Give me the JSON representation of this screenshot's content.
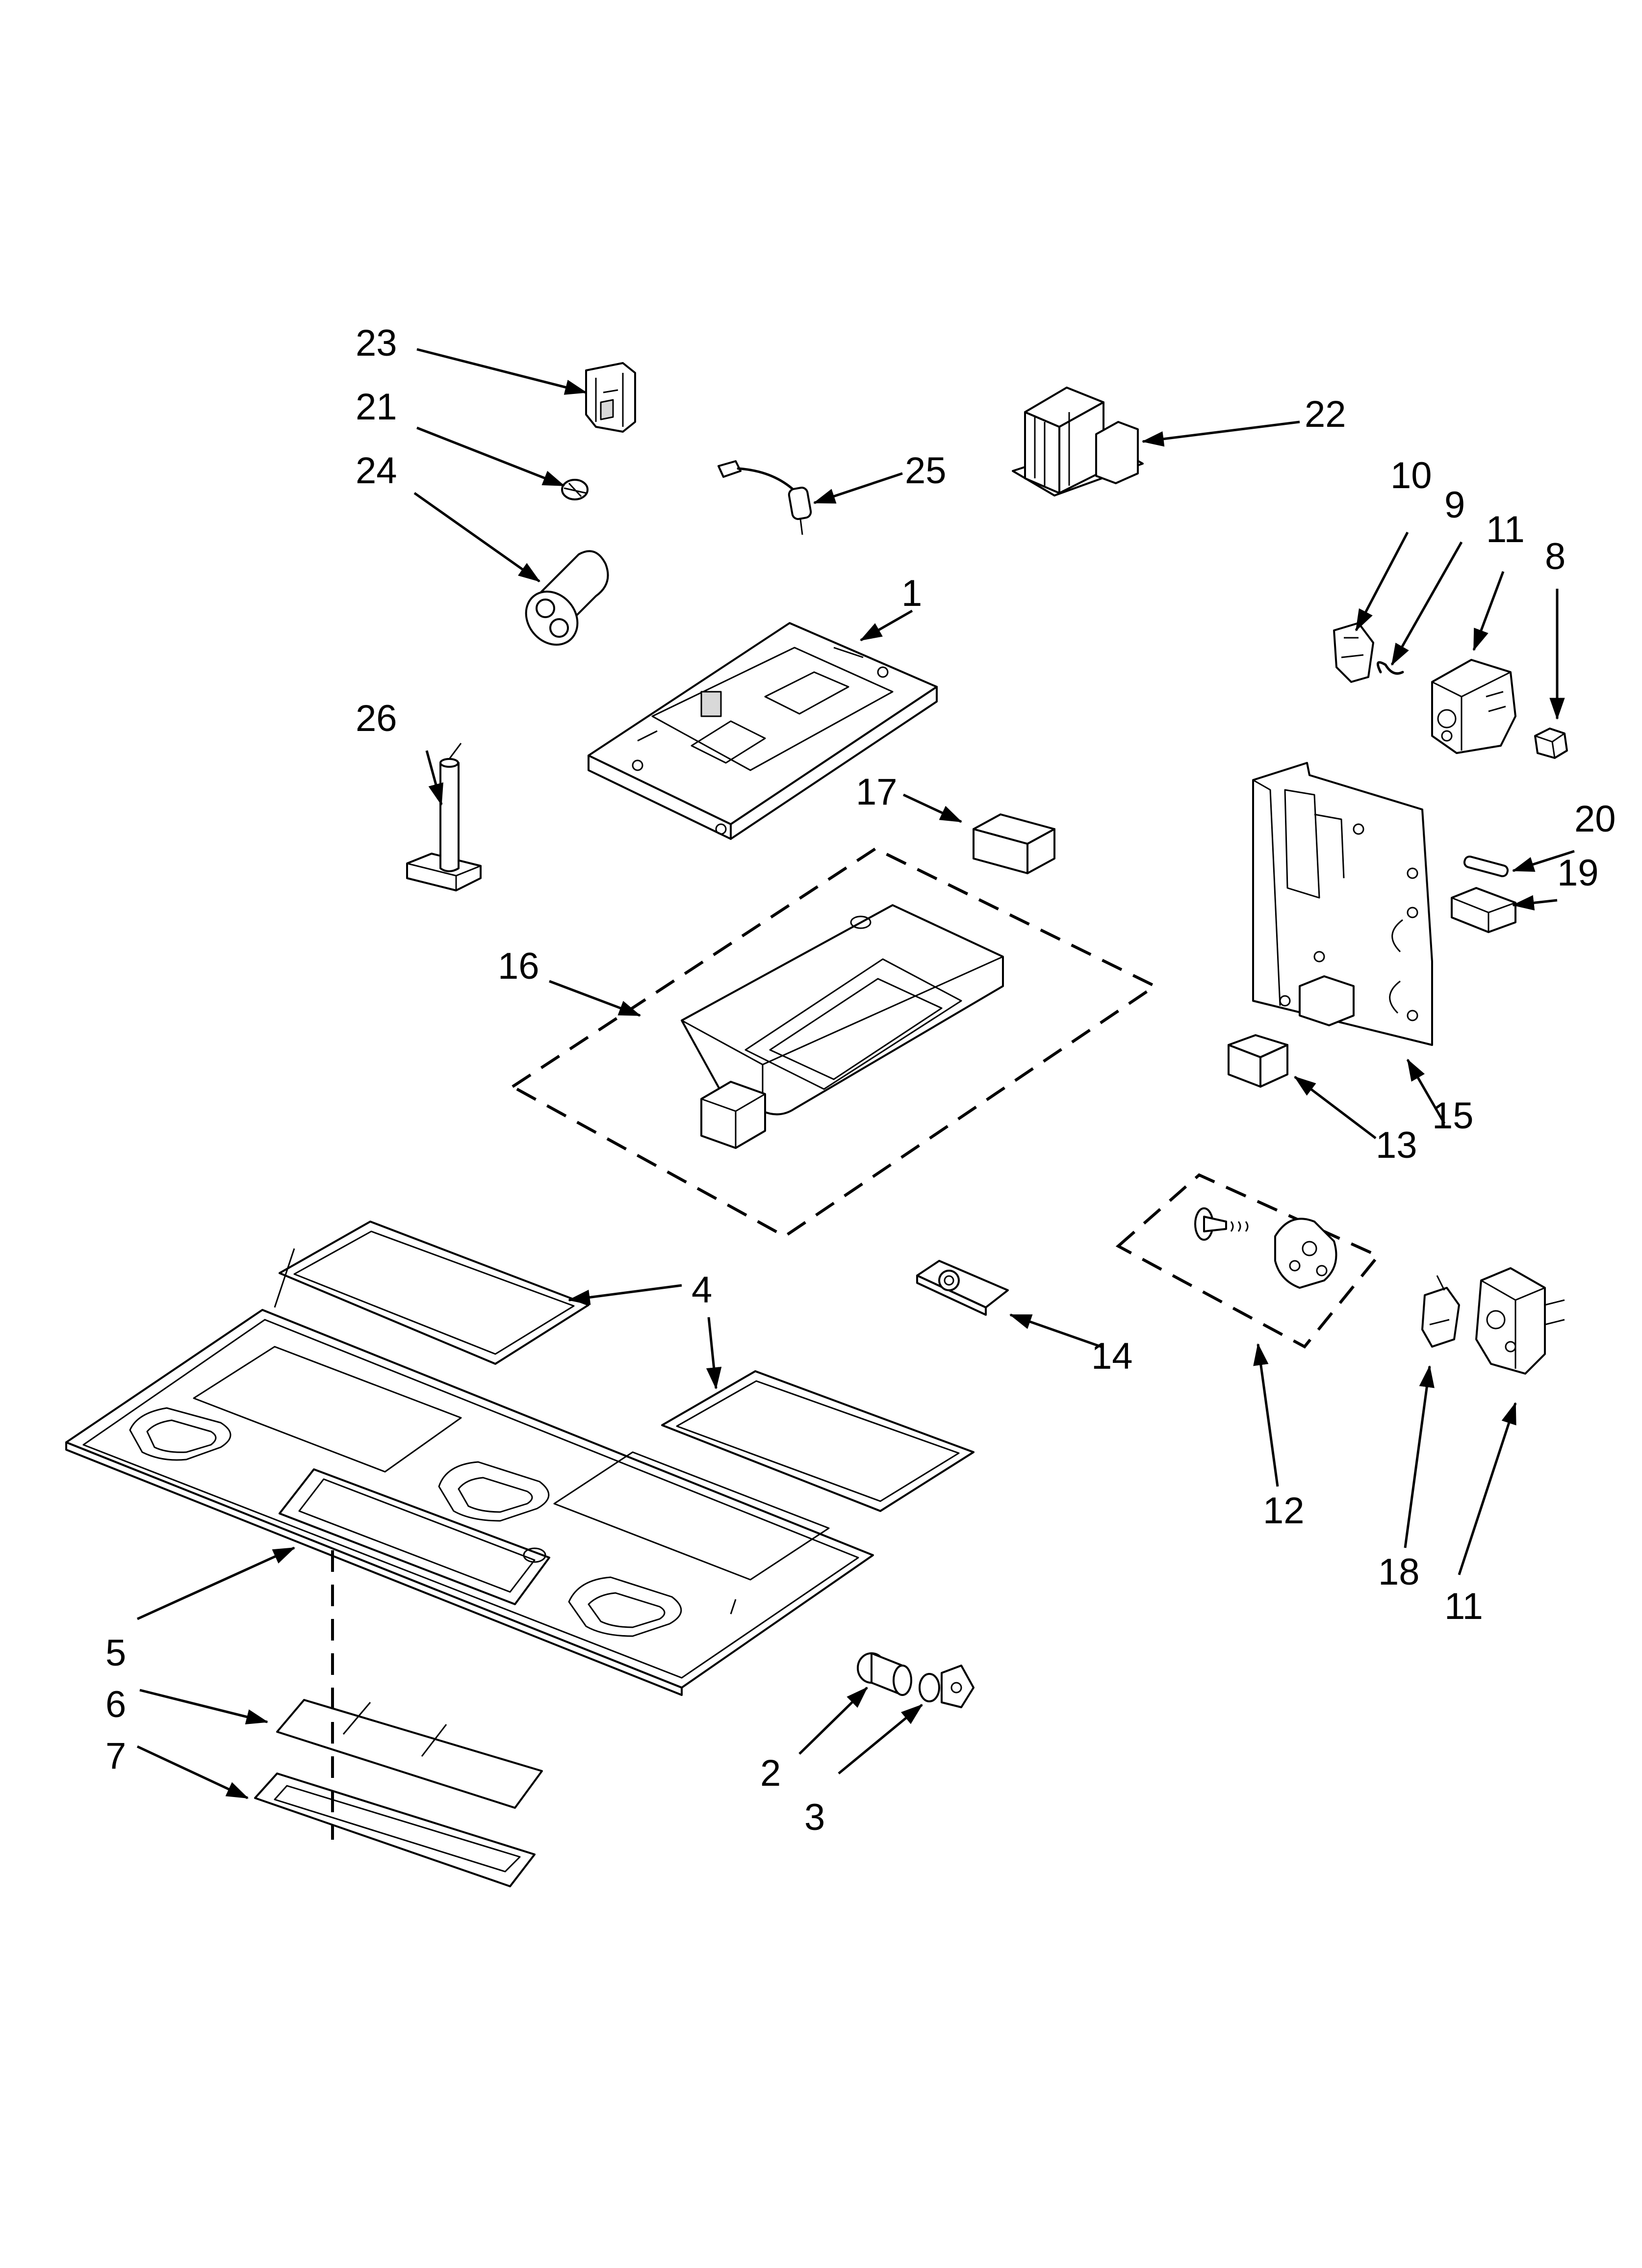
{
  "callouts": [
    {
      "id": "1",
      "text": "1"
    },
    {
      "id": "2",
      "text": "2"
    },
    {
      "id": "3",
      "text": "3"
    },
    {
      "id": "4",
      "text": "4"
    },
    {
      "id": "5",
      "text": "5"
    },
    {
      "id": "6",
      "text": "6"
    },
    {
      "id": "7",
      "text": "7"
    },
    {
      "id": "8",
      "text": "8"
    },
    {
      "id": "9",
      "text": "9"
    },
    {
      "id": "10",
      "text": "10"
    },
    {
      "id": "11a",
      "text": "11"
    },
    {
      "id": "11b",
      "text": "11"
    },
    {
      "id": "12",
      "text": "12"
    },
    {
      "id": "13",
      "text": "13"
    },
    {
      "id": "14",
      "text": "14"
    },
    {
      "id": "15",
      "text": "15"
    },
    {
      "id": "16",
      "text": "16"
    },
    {
      "id": "17",
      "text": "17"
    },
    {
      "id": "18",
      "text": "18"
    },
    {
      "id": "19",
      "text": "19"
    },
    {
      "id": "20",
      "text": "20"
    },
    {
      "id": "21",
      "text": "21"
    },
    {
      "id": "22",
      "text": "22"
    },
    {
      "id": "23",
      "text": "23"
    },
    {
      "id": "24",
      "text": "24"
    },
    {
      "id": "25",
      "text": "25"
    },
    {
      "id": "26",
      "text": "26"
    }
  ]
}
